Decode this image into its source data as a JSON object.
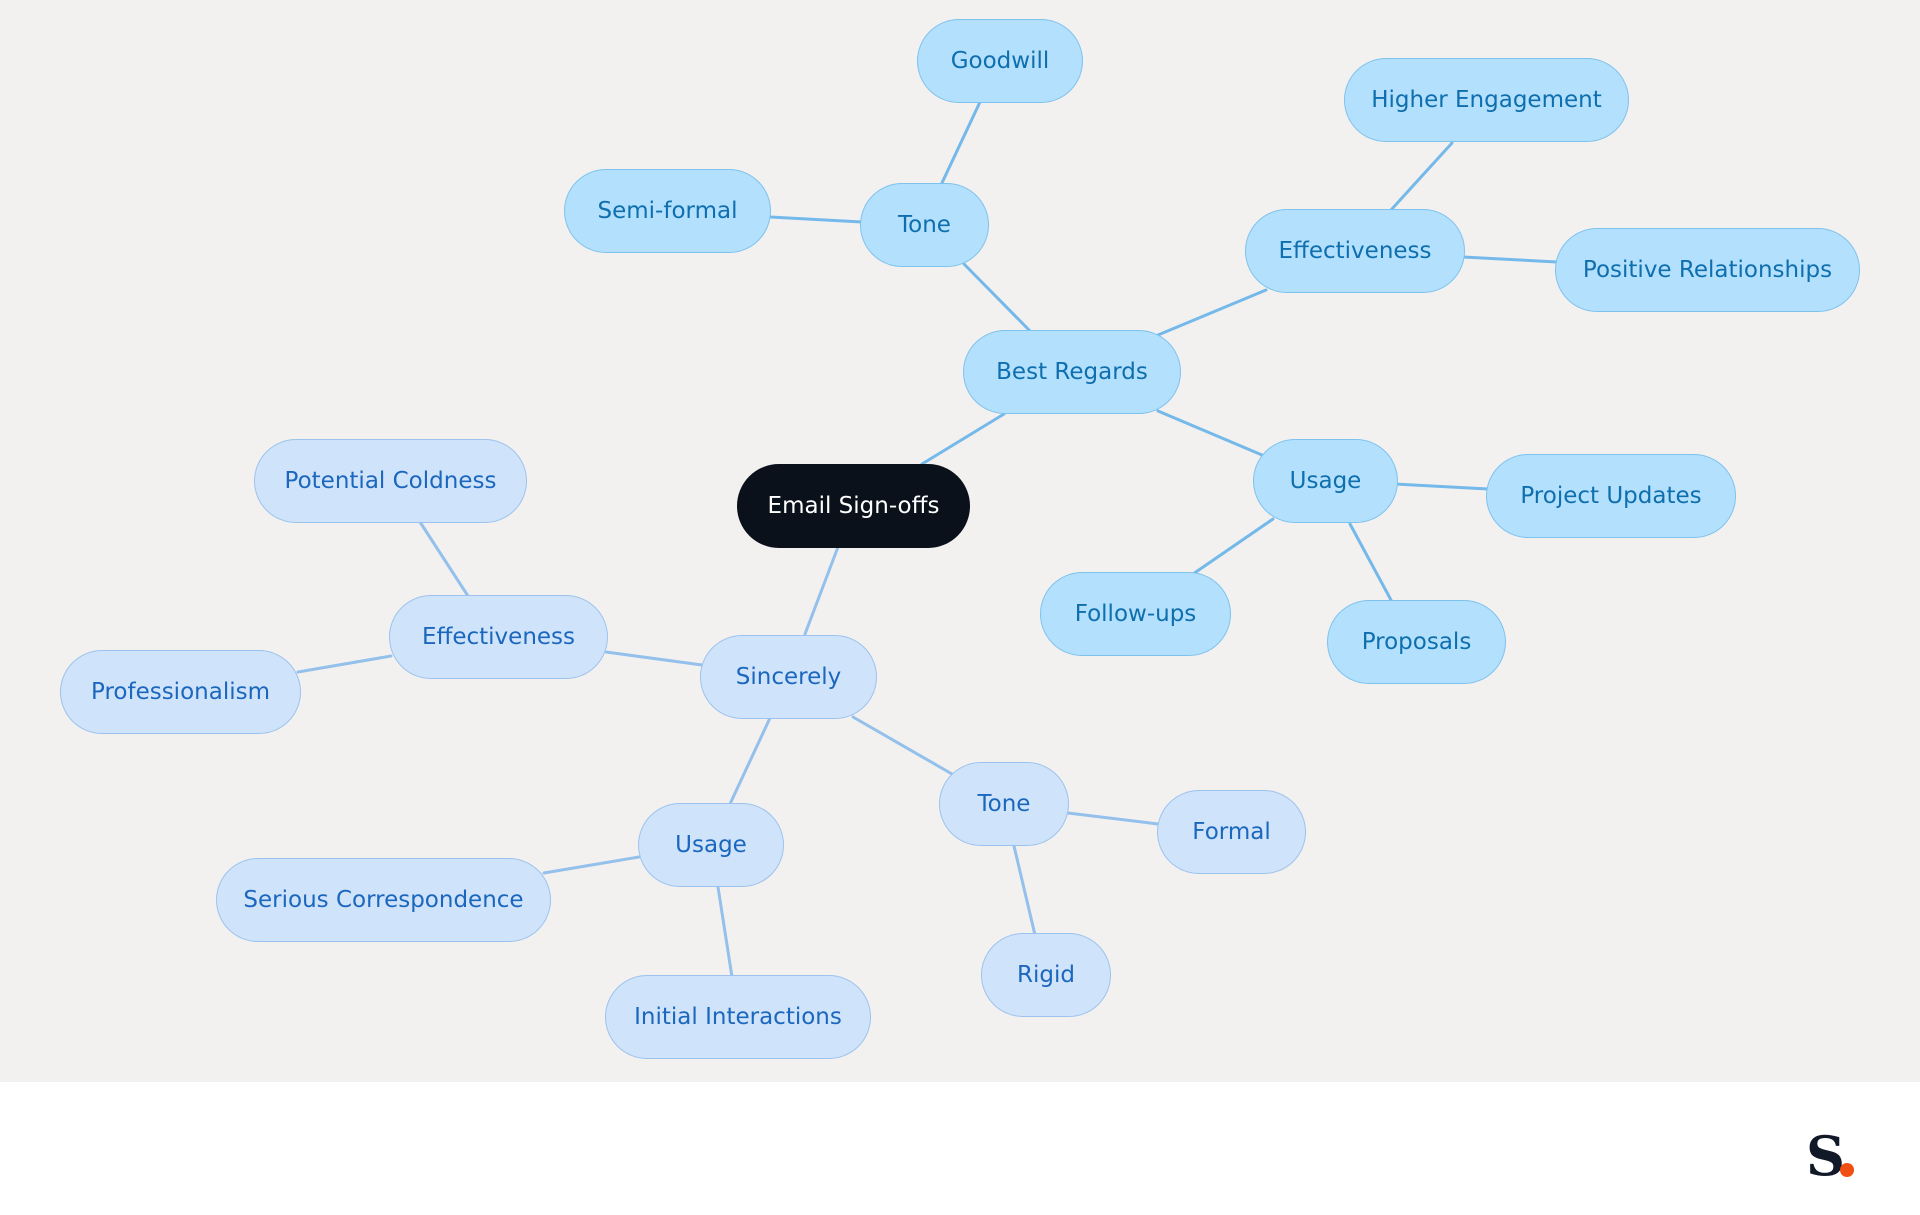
{
  "diagram": {
    "root": {
      "label": "Email Sign-offs"
    },
    "best_regards": {
      "label": "Best Regards",
      "tone": {
        "label": "Tone",
        "children": [
          "Goodwill",
          "Semi-formal"
        ]
      },
      "effectiveness": {
        "label": "Effectiveness",
        "children": [
          "Higher Engagement",
          "Positive Relationships"
        ]
      },
      "usage": {
        "label": "Usage",
        "children": [
          "Project Updates",
          "Follow-ups",
          "Proposals"
        ]
      }
    },
    "sincerely": {
      "label": "Sincerely",
      "effectiveness": {
        "label": "Effectiveness",
        "children": [
          "Potential Coldness",
          "Professionalism"
        ]
      },
      "usage": {
        "label": "Usage",
        "children": [
          "Serious Correspondence",
          "Initial Interactions"
        ]
      },
      "tone": {
        "label": "Tone",
        "children": [
          "Formal",
          "Rigid"
        ]
      }
    }
  },
  "footer": {
    "logo_text": "S",
    "logo_dot_color": "#f04e12"
  },
  "colors": {
    "background": "#f3f1f0",
    "root_fill": "#0b111b",
    "best_regards_fill": "#b3e0fc",
    "best_regards_text": "#0f6fae",
    "sincerely_fill": "#cfe3fa",
    "sincerely_text": "#1b67bd"
  }
}
